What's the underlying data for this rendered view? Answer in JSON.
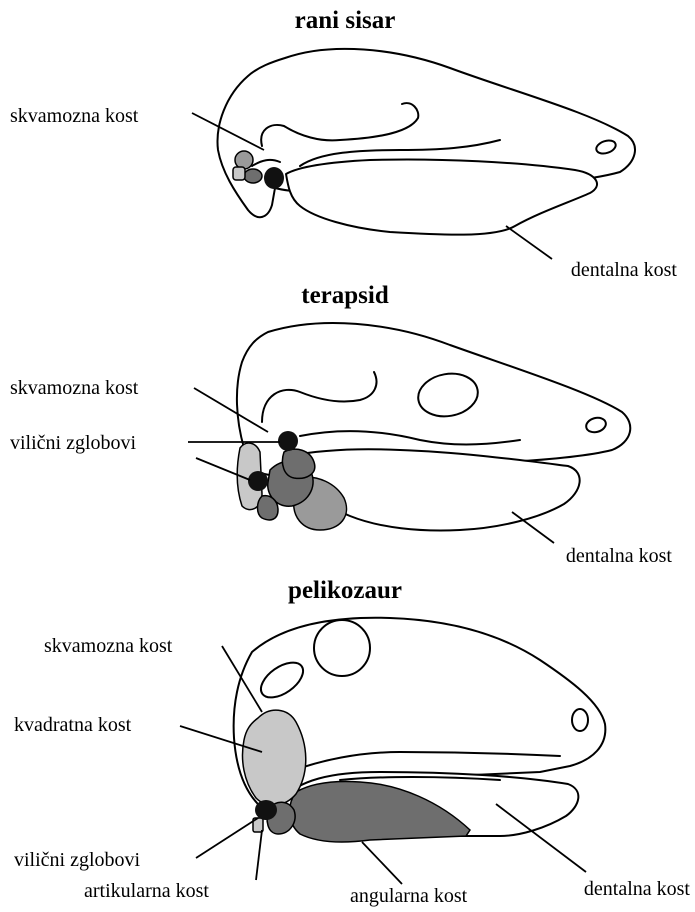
{
  "colors": {
    "outline": "#000000",
    "background": "#ffffff",
    "joint": "#111111",
    "light_gray": "#c8c8c8",
    "mid_gray": "#9a9a9a",
    "dark_gray": "#6e6e6e"
  },
  "panels": [
    {
      "title": "rani sisar",
      "labels": {
        "squamosal": "skvamozna kost",
        "dentary": "dentalna kost"
      }
    },
    {
      "title": "terapsid",
      "labels": {
        "squamosal": "skvamozna kost",
        "jaw_joints": "vilični zglobovi",
        "dentary": "dentalna kost"
      }
    },
    {
      "title": "pelikozaur",
      "labels": {
        "squamosal": "skvamozna kost",
        "quadrate": "kvadratna kost",
        "jaw_joints": "vilični zglobovi",
        "articular": "artikularna kost",
        "angular": "angularna kost",
        "dentary": "dentalna kost"
      }
    }
  ]
}
